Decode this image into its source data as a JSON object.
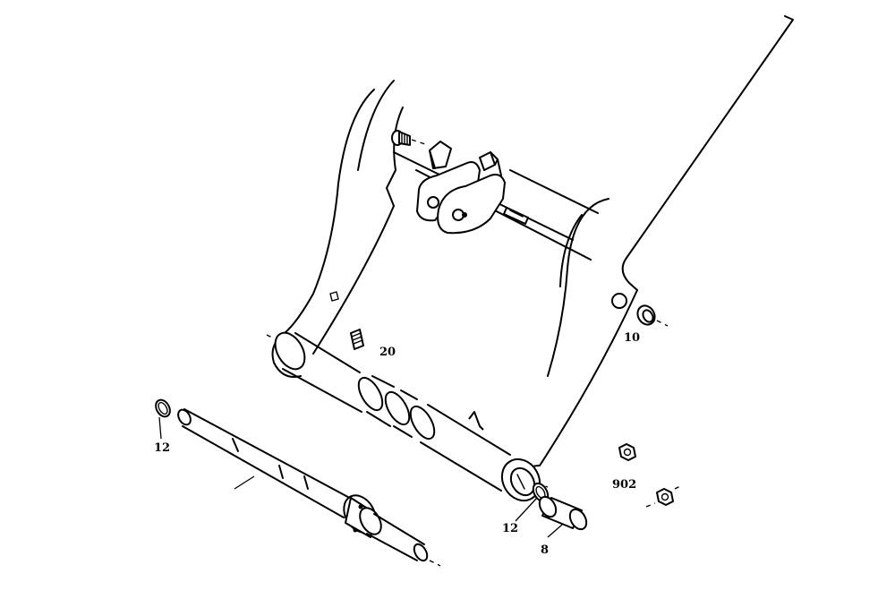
{
  "diagram": {
    "callouts": {
      "c20": "20",
      "c10": "10",
      "c12_left": "12",
      "c902": "902",
      "c12_right": "12",
      "c8": "8"
    }
  }
}
